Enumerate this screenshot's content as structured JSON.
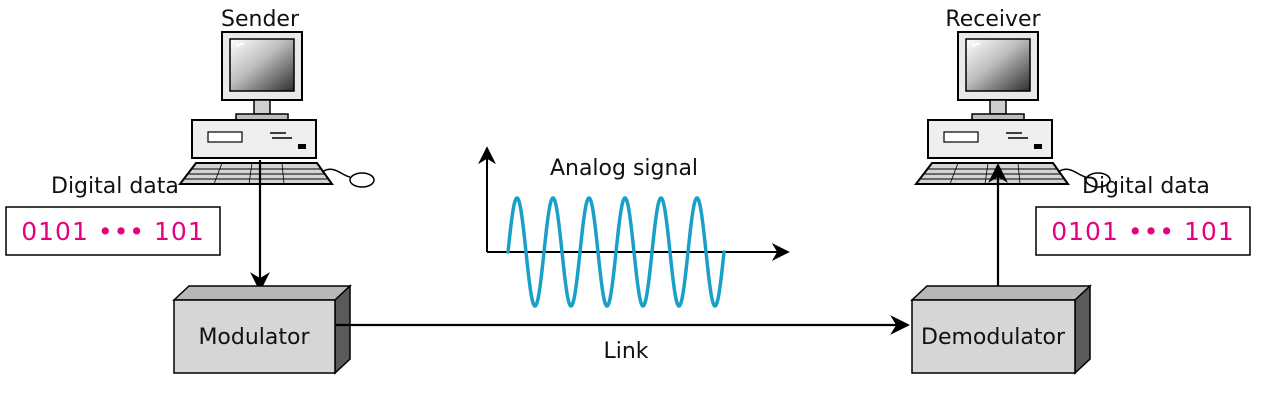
{
  "sender": {
    "label": "Sender",
    "digital_data_label": "Digital data",
    "bits": "0101 ••• 101"
  },
  "receiver": {
    "label": "Receiver",
    "digital_data_label": "Digital data",
    "bits": "0101 ••• 101"
  },
  "modulator": {
    "label": "Modulator"
  },
  "demodulator": {
    "label": "Demodulator"
  },
  "link": {
    "label": "Link"
  },
  "signal": {
    "label": "Analog signal"
  },
  "colors": {
    "bits_text": "#e6007e",
    "wave": "#1a9fc9",
    "box_front": "#d6d6d6",
    "box_top": "#b8b8b8",
    "box_side": "#5a5a5a",
    "line": "#000000"
  },
  "icons": {
    "sender_computer": "desktop-computer-icon",
    "receiver_computer": "desktop-computer-icon"
  }
}
